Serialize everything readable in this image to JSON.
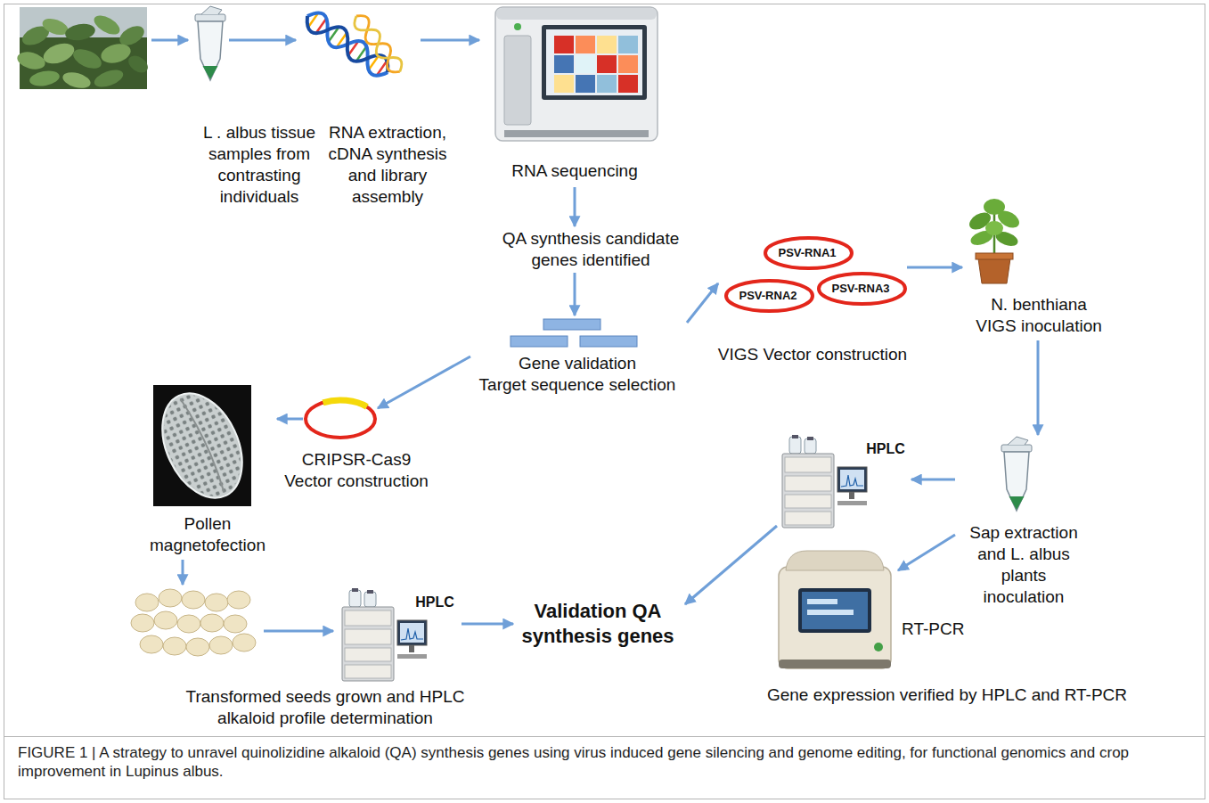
{
  "diagram": {
    "caption": "FIGURE 1 | A strategy to unravel quinolizidine alkaloid (QA) synthesis genes using virus induced gene silencing and genome editing, for functional genomics and crop improvement in Lupinus albus.",
    "nodes": [
      {
        "text": [
          "L . albus tissue samples from contrasting individuals"
        ]
      },
      {
        "text": [
          "RNA extraction, cDNA synthesis and library assembly"
        ]
      },
      {
        "text": [
          "RNA sequencing"
        ]
      },
      {
        "text": [
          "QA synthesis candidate genes identified"
        ]
      },
      {
        "text": [
          "Gene validation",
          "Target sequence selection"
        ]
      },
      {
        "text": [
          "VIGS Vector construction"
        ]
      },
      {
        "text": [
          "PSV-RNA1"
        ],
        "in": 5
      },
      {
        "text": [
          "PSV-RNA2"
        ],
        "in": 5
      },
      {
        "text": [
          "PSV-RNA3"
        ],
        "in": 5
      },
      {
        "text": [
          "N. benthiana VIGS inoculation"
        ]
      },
      {
        "text": [
          "Sap extraction and L. albus plants inoculation"
        ]
      },
      {
        "text": [
          "HPLC"
        ]
      },
      {
        "text": [
          "RT-PCR"
        ]
      },
      {
        "text": [
          "CRIPSR-Cas9 Vector construction"
        ]
      },
      {
        "text": [
          "Pollen magnetofection"
        ]
      },
      {
        "text": [
          "Transformed seeds grown and HPLC alkaloid profile determination"
        ]
      },
      {
        "text": [
          "HPLC"
        ],
        "in": 15
      },
      {
        "text": [
          "Validation QA synthesis genes"
        ]
      }
    ],
    "edges": [
      {
        "from": 0,
        "to": 1,
        "arrow": "to"
      },
      {
        "from": 1,
        "to": 2,
        "arrow": "to"
      },
      {
        "from": 2,
        "to": 3,
        "arrow": "to"
      },
      {
        "from": 3,
        "to": 4,
        "arrow": "to"
      },
      {
        "from": 4,
        "to": 5,
        "arrow": "to"
      },
      {
        "from": 5,
        "to": 9,
        "arrow": "to"
      },
      {
        "from": 9,
        "to": 10,
        "arrow": "to"
      },
      {
        "from": 10,
        "to": 11,
        "arrow": "to"
      },
      {
        "from": 10,
        "to": 12,
        "arrow": "to"
      },
      {
        "from": 11,
        "to": 17,
        "arrow": "to"
      },
      {
        "from": 4,
        "to": 13,
        "arrow": "to"
      },
      {
        "from": 13,
        "to": 14,
        "arrow": "to"
      },
      {
        "from": 14,
        "to": 15,
        "arrow": "to"
      },
      {
        "from": 16,
        "to": 17,
        "arrow": "to"
      }
    ],
    "labels": [
      "Gene expression verified by HPLC and RT-PCR"
    ]
  }
}
